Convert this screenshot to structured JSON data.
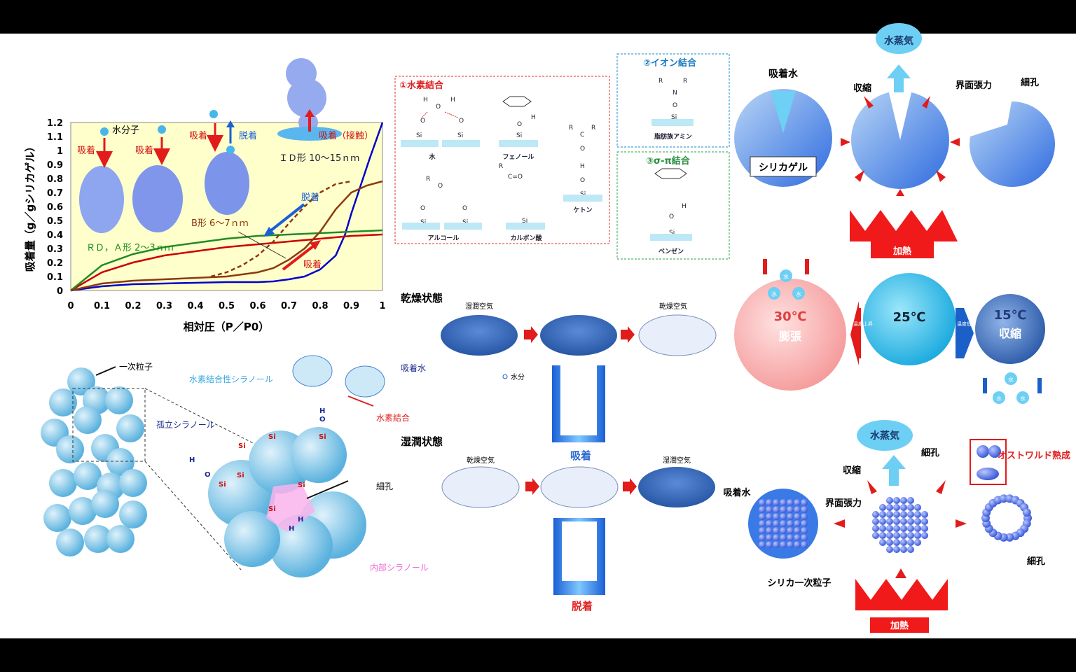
{
  "chart": {
    "ylabel": "吸着量（g／gシリカゲル）",
    "xlabel": "相対圧（P／P0）",
    "y_ticks": [
      "1.2",
      "1.1",
      "1",
      "0.9",
      "0.8",
      "0.7",
      "0.6",
      "0.5",
      "0.4",
      "0.3",
      "0.2",
      "0.1",
      "0"
    ],
    "x_ticks": [
      "0",
      "0.1",
      "0.2",
      "0.3",
      "0.4",
      "0.5",
      "0.6",
      "0.7",
      "0.8",
      "0.9",
      "1"
    ],
    "labels": {
      "water_molecule": "水分子",
      "adsorb": "吸着",
      "desorb": "脱着",
      "adsorb_contact": "吸着（接触）",
      "id_type": "ＩＤ形  10〜15ｎｍ",
      "b_type": "B形  6〜7ｎｍ",
      "rd_a_type": "ＲＤ，Ａ形  2〜3ｎｍ"
    }
  },
  "chart_data": {
    "type": "line",
    "xlabel": "相対圧（P／P0）",
    "ylabel": "吸着量（g／gシリカゲル）",
    "xlim": [
      0,
      1
    ],
    "ylim": [
      0,
      1.2
    ],
    "grid": false,
    "series": [
      {
        "color": "#0000cc",
        "x": [
          0,
          0.1,
          0.2,
          0.3,
          0.4,
          0.5,
          0.6,
          0.65,
          0.7,
          0.75,
          0.8,
          0.85,
          0.88,
          0.9,
          0.93,
          0.96,
          1.0
        ],
        "y": [
          0,
          0.03,
          0.045,
          0.05,
          0.055,
          0.06,
          0.06,
          0.065,
          0.08,
          0.1,
          0.15,
          0.25,
          0.4,
          0.55,
          0.75,
          0.95,
          1.2
        ]
      },
      {
        "color": "#cc0000",
        "x": [
          0,
          0.1,
          0.2,
          0.3,
          0.4,
          0.5,
          0.6,
          0.7,
          0.8,
          0.9,
          1.0
        ],
        "y": [
          0,
          0.13,
          0.2,
          0.25,
          0.28,
          0.31,
          0.33,
          0.35,
          0.37,
          0.39,
          0.4
        ]
      },
      {
        "color": "#228b22",
        "x": [
          0,
          0.1,
          0.2,
          0.3,
          0.4,
          0.5,
          0.6,
          0.7,
          0.8,
          0.9,
          1.0
        ],
        "y": [
          0,
          0.18,
          0.26,
          0.31,
          0.34,
          0.37,
          0.39,
          0.4,
          0.41,
          0.42,
          0.43
        ]
      },
      {
        "color": "#8b3a0f",
        "x": [
          0,
          0.1,
          0.2,
          0.3,
          0.4,
          0.5,
          0.6,
          0.65,
          0.7,
          0.75,
          0.8,
          0.85,
          0.9,
          0.95,
          1.0
        ],
        "y": [
          0,
          0.05,
          0.07,
          0.08,
          0.09,
          0.1,
          0.13,
          0.16,
          0.22,
          0.3,
          0.42,
          0.58,
          0.7,
          0.75,
          0.78
        ]
      },
      {
        "color": "#8b3a0f",
        "dash": true,
        "x": [
          0.45,
          0.5,
          0.55,
          0.6,
          0.65,
          0.7,
          0.75,
          0.8,
          0.85,
          0.9
        ],
        "y": [
          0.1,
          0.13,
          0.18,
          0.25,
          0.35,
          0.48,
          0.6,
          0.7,
          0.76,
          0.78
        ]
      }
    ]
  },
  "molecules": {
    "panel1_title": "①水素結合",
    "panel2_title": "②イオン結合",
    "panel3_title": "③σ-π結合",
    "mol_water": "水",
    "mol_phenol": "フェノール",
    "mol_ketone": "ケトン",
    "mol_alcohol": "アルコール",
    "mol_carboxylic": "カルボン酸",
    "mol_amine": "脂肪族アミン",
    "mol_benzene": "ベンゼン",
    "atom_H": "H",
    "atom_O": "O",
    "atom_Si": "Si",
    "atom_C": "C",
    "atom_R": "R",
    "atom_N": "N",
    "c_eq_o": "C=O"
  },
  "dry_wet": {
    "dry_state": "乾燥状態",
    "wet_state": "湿潤状態",
    "humid_air": "湿潤空気",
    "dry_air": "乾燥空気",
    "moisture": "水分",
    "adsorption": "吸着",
    "desorption": "脱着"
  },
  "silica_top": {
    "adsorbed_water": "吸着水",
    "silica_gel": "シリカゲル",
    "water_vapor": "水蒸気",
    "shrink": "収縮",
    "surface_tension": "界面張力",
    "pore": "細孔",
    "heating": "加熱"
  },
  "temperature": {
    "t30": "30℃",
    "expand": "膨張",
    "t25": "25℃",
    "t15": "15℃",
    "contract": "収縮",
    "temp_rise": "温度上昇",
    "temp_fall": "温度低下",
    "drop_label": "水"
  },
  "particle": {
    "primary_particle": "一次粒子",
    "hbond_silanol": "水素結合性シラノール",
    "isolated_silanol": "孤立シラノール",
    "adsorbed_water": "吸着水",
    "hbond": "水素結合",
    "pore": "細孔",
    "internal_silanol": "内部シラノール"
  },
  "silica_bottom": {
    "water_vapor": "水蒸気",
    "pore": "細孔",
    "shrink": "収縮",
    "surface_tension": "界面張力",
    "adsorbed_water": "吸着水",
    "silica_primary": "シリカ一次粒子",
    "heating": "加熱",
    "ostwald": "オストワルド熟成",
    "pore2": "細孔"
  }
}
